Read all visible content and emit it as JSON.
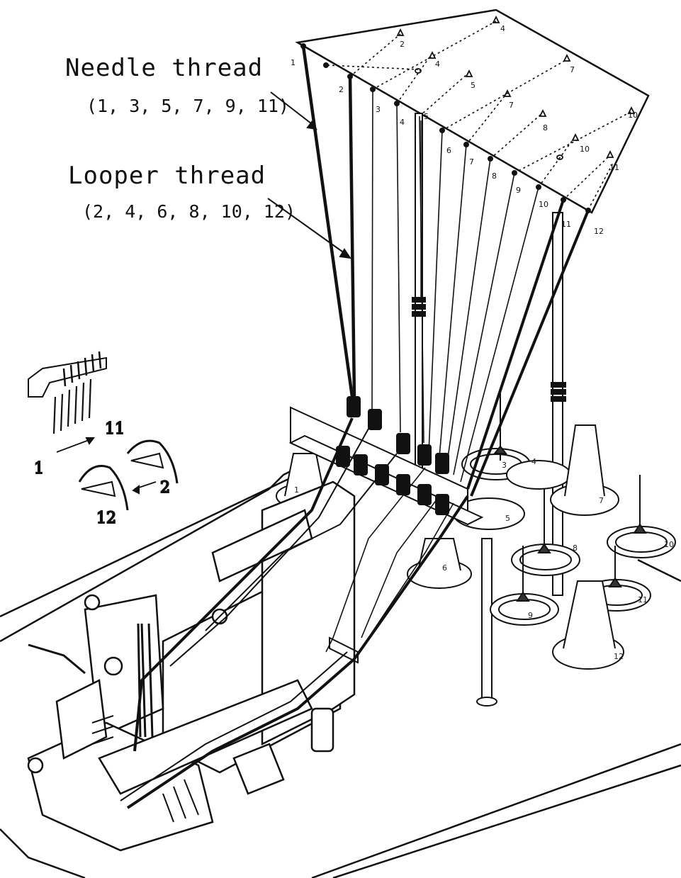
{
  "callouts": {
    "needle_title": "Needle thread",
    "needle_numbers": "(1, 3, 5, 7, 9, 11)",
    "looper_title": "Looper thread",
    "looper_numbers": "(2, 4, 6, 8, 10, 12)"
  },
  "inset": {
    "label_1": "1",
    "label_11": "11",
    "label_2": "2",
    "label_12": "12"
  },
  "guide_board_numbers": [
    "1",
    "2",
    "3",
    "4",
    "5",
    "6",
    "7",
    "8",
    "9",
    "10",
    "11",
    "12"
  ],
  "guide_board_upper_numbers": [
    "2",
    "4",
    "4",
    "5",
    "7",
    "7",
    "8",
    "10",
    "10",
    "11"
  ],
  "cone_numbers": [
    "1",
    "3",
    "4",
    "5",
    "6",
    "7",
    "8",
    "9",
    "10",
    "11",
    "12"
  ]
}
